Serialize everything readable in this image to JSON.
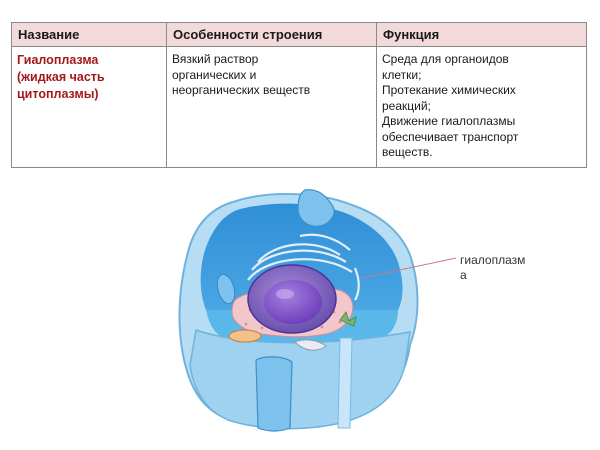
{
  "table": {
    "headers": [
      "Название",
      "Особенности строения",
      "Функция"
    ],
    "row": {
      "name_lines": [
        "Гиалоплазма",
        "(жидкая часть",
        "цитоплазмы)"
      ],
      "structure_lines": [
        "Вязкий раствор",
        "органических и",
        "неорганических веществ"
      ],
      "function_lines": [
        "Среда для органоидов",
        "клетки;",
        "Протекание химических",
        "реакций;",
        "Движение гиалоплазмы",
        "обеспечивает транспорт",
        "веществ."
      ]
    }
  },
  "figure": {
    "label_lines": [
      "гиалоплазм",
      "а"
    ]
  }
}
